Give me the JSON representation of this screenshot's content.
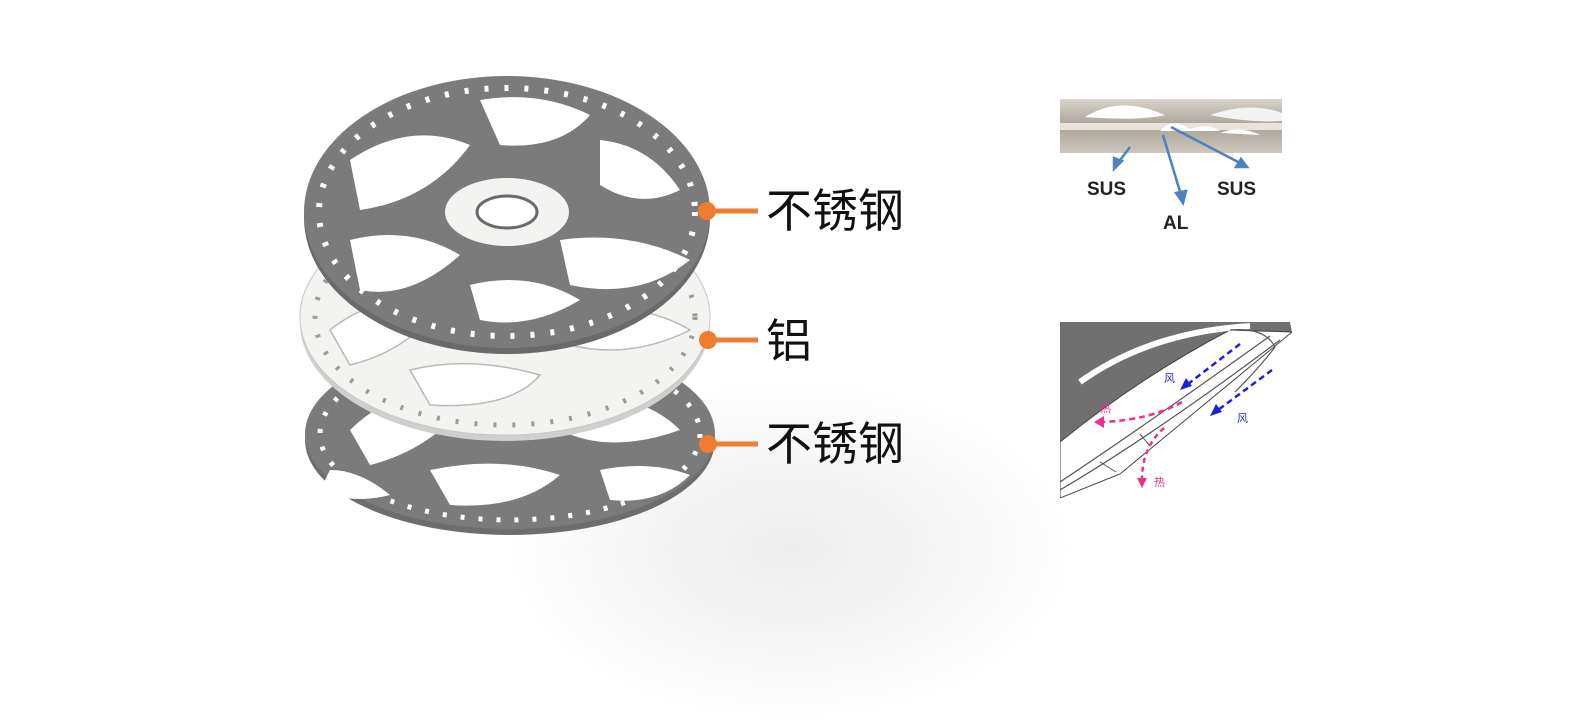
{
  "layers": [
    {
      "label": "不锈钢",
      "material": "stainless-steel",
      "color": "#7b7b7b"
    },
    {
      "label": "铝",
      "material": "aluminum",
      "color": "#f3f4f2"
    },
    {
      "label": "不锈钢",
      "material": "stainless-steel",
      "color": "#7b7b7b"
    }
  ],
  "callout_color": "#ee7d31",
  "cross_section": {
    "labels": [
      "SUS",
      "AL",
      "SUS"
    ],
    "arrow_color": "#4f81bd"
  },
  "airflow": {
    "wind_label": "风",
    "heat_label": "热",
    "wind_color": "#1f1fd8",
    "heat_color": "#ee2f8c"
  }
}
